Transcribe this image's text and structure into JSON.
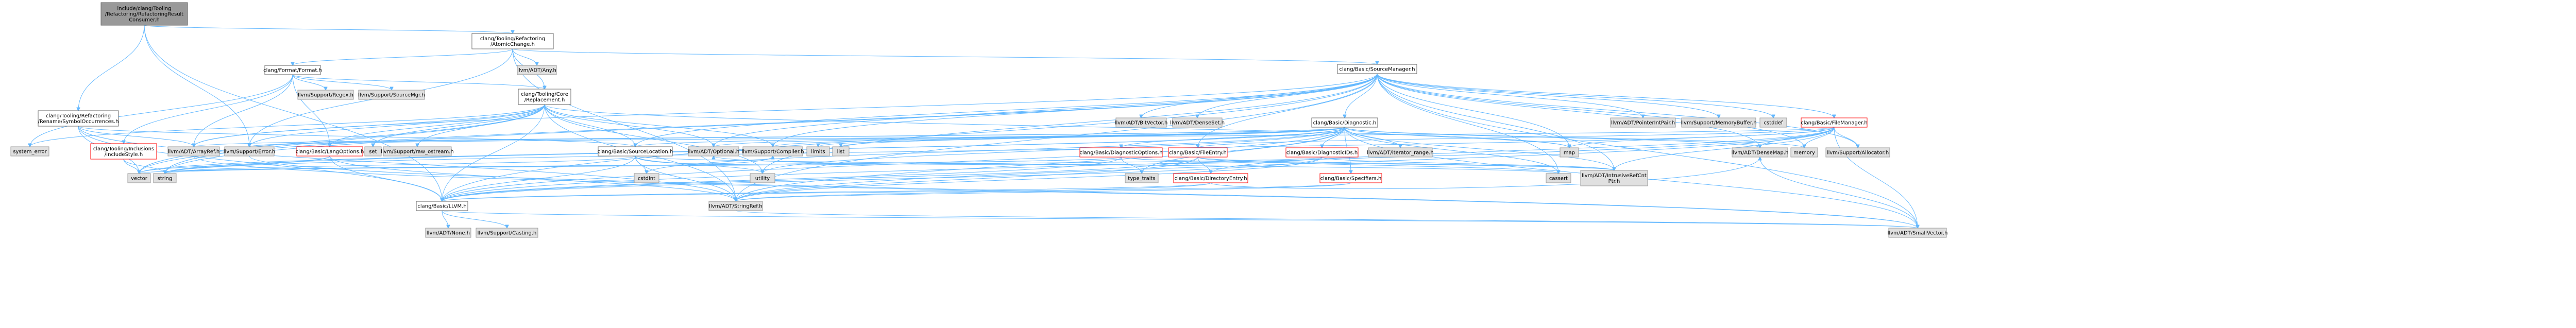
{
  "colors": {
    "edge": "#63b8ff",
    "root_fill": "#999999",
    "system_fill": "#e0e0e0",
    "documented_border": "#666666",
    "undocumented_border": "#ff0000"
  },
  "nodes": [
    {
      "id": "root",
      "lines": [
        "include/clang/Tooling",
        "/Refactoring/RefactoringResult",
        "Consumer.h"
      ],
      "kind": "root"
    },
    {
      "id": "atomicchange",
      "lines": [
        "clang/Tooling/Refactoring",
        "/AtomicChange.h"
      ],
      "kind": "doc"
    },
    {
      "id": "symbolocc",
      "lines": [
        "clang/Tooling/Refactoring",
        "/Rename/SymbolOccurrences.h"
      ],
      "kind": "doc"
    },
    {
      "id": "formath",
      "lines": [
        "clang/Format/Format.h"
      ],
      "kind": "doc"
    },
    {
      "id": "anyh",
      "lines": [
        "llvm/ADT/Any.h"
      ],
      "kind": "sys"
    },
    {
      "id": "sourcemgr",
      "lines": [
        "clang/Basic/SourceManager.h"
      ],
      "kind": "doc"
    },
    {
      "id": "regexh",
      "lines": [
        "llvm/Support/Regex.h"
      ],
      "kind": "sys"
    },
    {
      "id": "llvmsrcmgr",
      "lines": [
        "llvm/Support/SourceMgr.h"
      ],
      "kind": "sys"
    },
    {
      "id": "replacement",
      "lines": [
        "clang/Tooling/Core",
        "/Replacement.h"
      ],
      "kind": "doc"
    },
    {
      "id": "bitvector",
      "lines": [
        "llvm/ADT/BitVector.h"
      ],
      "kind": "sys"
    },
    {
      "id": "denseset",
      "lines": [
        "llvm/ADT/DenseSet.h"
      ],
      "kind": "sys"
    },
    {
      "id": "diagnostic",
      "lines": [
        "clang/Basic/Diagnostic.h"
      ],
      "kind": "doc"
    },
    {
      "id": "pointerintpair",
      "lines": [
        "llvm/ADT/PointerIntPair.h"
      ],
      "kind": "sys"
    },
    {
      "id": "memorybuffer",
      "lines": [
        "llvm/Support/MemoryBuffer.h"
      ],
      "kind": "sys"
    },
    {
      "id": "cstddef",
      "lines": [
        "cstddef"
      ],
      "kind": "sys"
    },
    {
      "id": "filemanager",
      "lines": [
        "clang/Basic/FileManager.h"
      ],
      "kind": "red"
    },
    {
      "id": "systemerror",
      "lines": [
        "system_error"
      ],
      "kind": "sys"
    },
    {
      "id": "inclusionstyle",
      "lines": [
        "clang/Tooling/Inclusions",
        "/IncludeStyle.h"
      ],
      "kind": "red"
    },
    {
      "id": "arrayref",
      "lines": [
        "llvm/ADT/ArrayRef.h"
      ],
      "kind": "sys"
    },
    {
      "id": "error",
      "lines": [
        "llvm/Support/Error.h"
      ],
      "kind": "sys"
    },
    {
      "id": "langoptions",
      "lines": [
        "clang/Basic/LangOptions.h"
      ],
      "kind": "red"
    },
    {
      "id": "set",
      "lines": [
        "set"
      ],
      "kind": "sys"
    },
    {
      "id": "rawostream",
      "lines": [
        "llvm/Support/raw_ostream.h"
      ],
      "kind": "sys"
    },
    {
      "id": "sourcelocation",
      "lines": [
        "clang/Basic/SourceLocation.h"
      ],
      "kind": "doc"
    },
    {
      "id": "optional",
      "lines": [
        "llvm/ADT/Optional.h"
      ],
      "kind": "sys"
    },
    {
      "id": "compiler",
      "lines": [
        "llvm/Support/Compiler.h"
      ],
      "kind": "sys"
    },
    {
      "id": "limits",
      "lines": [
        "limits"
      ],
      "kind": "sys"
    },
    {
      "id": "list",
      "lines": [
        "list"
      ],
      "kind": "sys"
    },
    {
      "id": "diagoptions",
      "lines": [
        "clang/Basic/DiagnosticOptions.h"
      ],
      "kind": "red"
    },
    {
      "id": "fileentry",
      "lines": [
        "clang/Basic/FileEntry.h"
      ],
      "kind": "red"
    },
    {
      "id": "diagids",
      "lines": [
        "clang/Basic/DiagnosticIDs.h"
      ],
      "kind": "red"
    },
    {
      "id": "iteratorrange",
      "lines": [
        "llvm/ADT/iterator_range.h"
      ],
      "kind": "sys"
    },
    {
      "id": "map",
      "lines": [
        "map"
      ],
      "kind": "sys"
    },
    {
      "id": "densemap",
      "lines": [
        "llvm/ADT/DenseMap.h"
      ],
      "kind": "sys"
    },
    {
      "id": "memory",
      "lines": [
        "memory"
      ],
      "kind": "sys"
    },
    {
      "id": "allocator",
      "lines": [
        "llvm/Support/Allocator.h"
      ],
      "kind": "sys"
    },
    {
      "id": "vector",
      "lines": [
        "vector"
      ],
      "kind": "sys"
    },
    {
      "id": "string",
      "lines": [
        "string"
      ],
      "kind": "sys"
    },
    {
      "id": "cstdint",
      "lines": [
        "cstdint"
      ],
      "kind": "sys"
    },
    {
      "id": "utility",
      "lines": [
        "utility"
      ],
      "kind": "sys"
    },
    {
      "id": "typetraits",
      "lines": [
        "type_traits"
      ],
      "kind": "sys"
    },
    {
      "id": "direntry",
      "lines": [
        "clang/Basic/DirectoryEntry.h"
      ],
      "kind": "red"
    },
    {
      "id": "specifiers",
      "lines": [
        "clang/Basic/Specifiers.h"
      ],
      "kind": "red"
    },
    {
      "id": "cassert",
      "lines": [
        "cassert"
      ],
      "kind": "sys"
    },
    {
      "id": "intrusiveref",
      "lines": [
        "llvm/ADT/IntrusiveRefCnt",
        "Ptr.h"
      ],
      "kind": "sys"
    },
    {
      "id": "llvmh",
      "lines": [
        "clang/Basic/LLVM.h"
      ],
      "kind": "doc"
    },
    {
      "id": "stringref",
      "lines": [
        "llvm/ADT/StringRef.h"
      ],
      "kind": "sys"
    },
    {
      "id": "none",
      "lines": [
        "llvm/ADT/None.h"
      ],
      "kind": "sys"
    },
    {
      "id": "casting",
      "lines": [
        "llvm/Support/Casting.h"
      ],
      "kind": "sys"
    },
    {
      "id": "smallvector",
      "lines": [
        "llvm/ADT/SmallVector.h"
      ],
      "kind": "sys"
    }
  ],
  "edges": [
    [
      "root",
      "atomicchange"
    ],
    [
      "root",
      "symbolocc"
    ],
    [
      "root",
      "llvmh"
    ],
    [
      "root",
      "error"
    ],
    [
      "atomicchange",
      "formath"
    ],
    [
      "atomicchange",
      "anyh"
    ],
    [
      "atomicchange",
      "sourcemgr"
    ],
    [
      "atomicchange",
      "replacement"
    ],
    [
      "atomicchange",
      "stringref"
    ],
    [
      "atomicchange",
      "error"
    ],
    [
      "symbolocc",
      "sourcelocation"
    ],
    [
      "symbolocc",
      "llvmh"
    ],
    [
      "symbolocc",
      "arrayref"
    ],
    [
      "symbolocc",
      "stringref"
    ],
    [
      "symbolocc",
      "vector"
    ],
    [
      "formath",
      "langoptions"
    ],
    [
      "formath",
      "replacement"
    ],
    [
      "formath",
      "inclusionstyle"
    ],
    [
      "formath",
      "arrayref"
    ],
    [
      "formath",
      "regexh"
    ],
    [
      "formath",
      "llvmsrcmgr"
    ],
    [
      "formath",
      "systemerror"
    ],
    [
      "sourcemgr",
      "diagnostic"
    ],
    [
      "sourcemgr",
      "filemanager"
    ],
    [
      "sourcemgr",
      "sourcelocation"
    ],
    [
      "sourcemgr",
      "bitvector"
    ],
    [
      "sourcemgr",
      "denseset"
    ],
    [
      "sourcemgr",
      "pointerintpair"
    ],
    [
      "sourcemgr",
      "memorybuffer"
    ],
    [
      "sourcemgr",
      "cstddef"
    ],
    [
      "sourcemgr",
      "densemap"
    ],
    [
      "sourcemgr",
      "memory"
    ],
    [
      "sourcemgr",
      "map"
    ],
    [
      "sourcemgr",
      "vector"
    ],
    [
      "sourcemgr",
      "string"
    ],
    [
      "sourcemgr",
      "allocator"
    ],
    [
      "sourcemgr",
      "smallvector"
    ],
    [
      "sourcemgr",
      "stringref"
    ],
    [
      "sourcemgr",
      "arrayref"
    ],
    [
      "sourcemgr",
      "optional"
    ],
    [
      "sourcemgr",
      "compiler"
    ],
    [
      "sourcemgr",
      "intrusiveref"
    ],
    [
      "sourcemgr",
      "cassert"
    ],
    [
      "sourcemgr",
      "utility"
    ],
    [
      "sourcemgr",
      "llvmh"
    ],
    [
      "sourcemgr",
      "fileentry"
    ],
    [
      "replacement",
      "langoptions"
    ],
    [
      "replacement",
      "sourcelocation"
    ],
    [
      "replacement",
      "arrayref"
    ],
    [
      "replacement",
      "error"
    ],
    [
      "replacement",
      "rawostream"
    ],
    [
      "replacement",
      "set"
    ],
    [
      "replacement",
      "map"
    ],
    [
      "replacement",
      "optional"
    ],
    [
      "replacement",
      "compiler"
    ],
    [
      "replacement",
      "string"
    ],
    [
      "replacement",
      "vector"
    ],
    [
      "replacement",
      "systemerror"
    ],
    [
      "replacement",
      "utility"
    ],
    [
      "replacement",
      "stringref"
    ],
    [
      "replacement",
      "llvmh"
    ],
    [
      "diagnostic",
      "diagids"
    ],
    [
      "diagnostic",
      "diagoptions"
    ],
    [
      "diagnostic",
      "sourcelocation"
    ],
    [
      "diagnostic",
      "specifiers"
    ],
    [
      "diagnostic",
      "arrayref"
    ],
    [
      "diagnostic",
      "densemap"
    ],
    [
      "diagnostic",
      "intrusiveref"
    ],
    [
      "diagnostic",
      "optional"
    ],
    [
      "diagnostic",
      "smallvector"
    ],
    [
      "diagnostic",
      "stringref"
    ],
    [
      "diagnostic",
      "iteratorrange"
    ],
    [
      "diagnostic",
      "compiler"
    ],
    [
      "diagnostic",
      "cassert"
    ],
    [
      "diagnostic",
      "cstdint"
    ],
    [
      "diagnostic",
      "limits"
    ],
    [
      "diagnostic",
      "list"
    ],
    [
      "diagnostic",
      "map"
    ],
    [
      "diagnostic",
      "memory"
    ],
    [
      "diagnostic",
      "string"
    ],
    [
      "diagnostic",
      "typetraits"
    ],
    [
      "diagnostic",
      "utility"
    ],
    [
      "diagnostic",
      "vector"
    ],
    [
      "diagnostic",
      "llvmh"
    ],
    [
      "diagnostic",
      "error"
    ],
    [
      "filemanager",
      "direntry"
    ],
    [
      "filemanager",
      "fileentry"
    ],
    [
      "filemanager",
      "llvmh"
    ],
    [
      "filemanager",
      "densemap"
    ],
    [
      "filemanager",
      "intrusiveref"
    ],
    [
      "filemanager",
      "smallvector"
    ],
    [
      "filemanager",
      "stringref"
    ],
    [
      "filemanager",
      "allocator"
    ],
    [
      "filemanager",
      "memory"
    ],
    [
      "filemanager",
      "map"
    ],
    [
      "filemanager",
      "error"
    ],
    [
      "filemanager",
      "string"
    ],
    [
      "inclusionstyle",
      "string"
    ],
    [
      "inclusionstyle",
      "vector"
    ],
    [
      "langoptions",
      "llvmh"
    ],
    [
      "langoptions",
      "stringref"
    ],
    [
      "langoptions",
      "string"
    ],
    [
      "langoptions",
      "vector"
    ],
    [
      "sourcelocation",
      "llvmh"
    ],
    [
      "sourcelocation",
      "stringref"
    ],
    [
      "sourcelocation",
      "cassert"
    ],
    [
      "sourcelocation",
      "cstdint"
    ],
    [
      "sourcelocation",
      "string"
    ],
    [
      "sourcelocation",
      "utility"
    ],
    [
      "sourcelocation",
      "compiler"
    ],
    [
      "diagoptions",
      "llvmh"
    ],
    [
      "diagoptions",
      "intrusiveref"
    ],
    [
      "diagoptions",
      "string"
    ],
    [
      "diagoptions",
      "typetraits"
    ],
    [
      "diagoptions",
      "vector"
    ],
    [
      "fileentry",
      "direntry"
    ],
    [
      "fileentry",
      "llvmh"
    ],
    [
      "fileentry",
      "stringref"
    ],
    [
      "fileentry",
      "intrusiveref"
    ],
    [
      "fileentry",
      "cassert"
    ],
    [
      "diagids",
      "llvmh"
    ],
    [
      "diagids",
      "intrusiveref"
    ],
    [
      "diagids",
      "stringref"
    ],
    [
      "diagids",
      "optional"
    ],
    [
      "diagids",
      "vector"
    ],
    [
      "direntry",
      "llvmh"
    ],
    [
      "direntry",
      "stringref"
    ],
    [
      "direntry",
      "densemap"
    ],
    [
      "specifiers",
      "stringref"
    ],
    [
      "specifiers",
      "llvmh"
    ],
    [
      "llvmh",
      "none"
    ],
    [
      "llvmh",
      "casting"
    ],
    [
      "llvmh",
      "smallvector"
    ],
    [
      "arrayref",
      "smallvector"
    ],
    [
      "error",
      "smallvector"
    ],
    [
      "densemap",
      "smallvector"
    ],
    [
      "stringref",
      "smallvector"
    ]
  ]
}
